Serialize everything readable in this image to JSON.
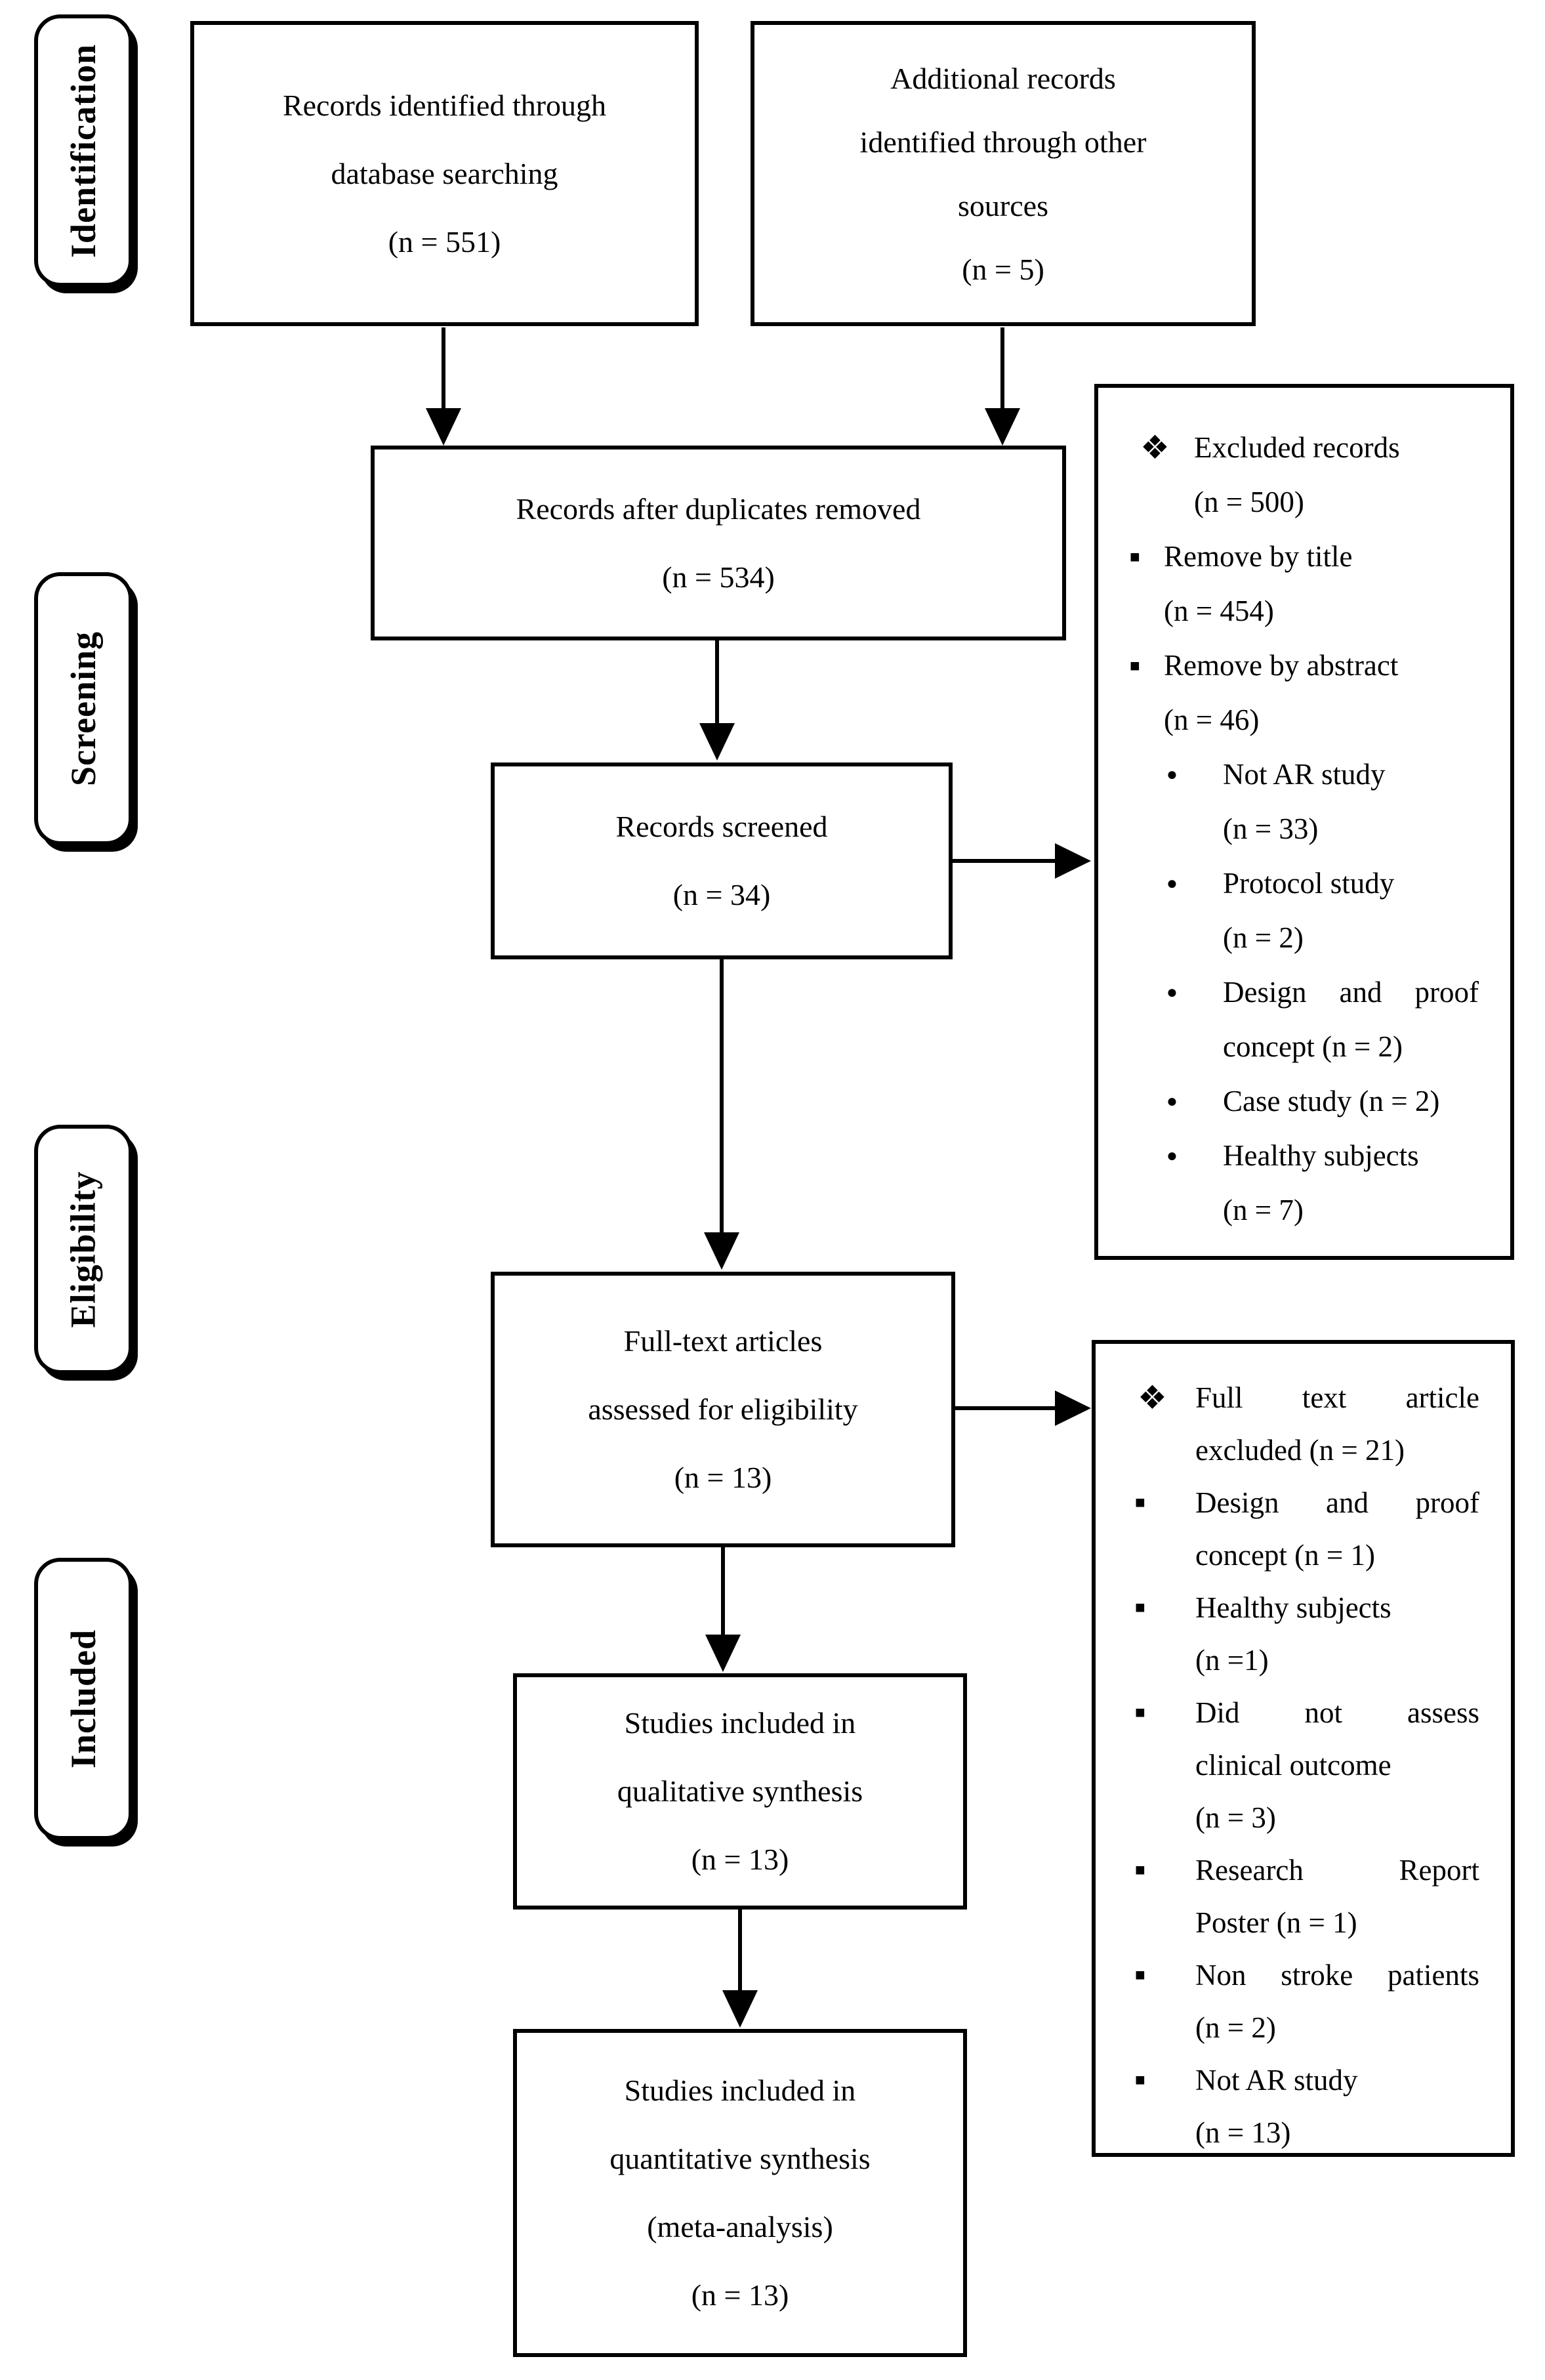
{
  "stage_labels": [
    {
      "label": "Identification"
    },
    {
      "label": "Screening"
    },
    {
      "label": "Eligibility"
    },
    {
      "label": "Included"
    }
  ],
  "flow": {
    "identified": {
      "l1": "Records identified through",
      "l2": "database searching",
      "l3": "(n = 551)"
    },
    "additional": {
      "l1": "Additional records",
      "l2": "identified through other",
      "l3": "sources",
      "l4": "(n = 5)"
    },
    "duplicates_removed": {
      "l1": "Records after duplicates removed",
      "l2": "(n = 534)"
    },
    "screened": {
      "l1": "Records screened",
      "l2": "(n = 34)"
    },
    "fulltext": {
      "l1": "Full-text articles",
      "l2": "assessed for eligibility",
      "l3": "(n = 13)"
    },
    "qualitative": {
      "l1": "Studies included in",
      "l2": "qualitative synthesis",
      "l3": "(n = 13)"
    },
    "quantitative": {
      "l1": "Studies included in",
      "l2": "quantitative synthesis",
      "l3": "(meta-analysis)",
      "l4": "(n = 13)"
    }
  },
  "exclusions": {
    "screening": {
      "items": [
        {
          "bullet": "diamond",
          "lines": [
            {
              "text": "Excluded records"
            },
            {
              "text": "(n = 500)"
            }
          ]
        },
        {
          "bullet": "square",
          "lines": [
            {
              "text": "Remove by title"
            },
            {
              "text": "(n = 454)"
            }
          ]
        },
        {
          "bullet": "square",
          "lines": [
            {
              "text": "Remove by abstract"
            },
            {
              "text": "(n = 46)"
            }
          ]
        },
        {
          "bullet": "circle",
          "lines": [
            {
              "text": "Not AR study"
            },
            {
              "text": "(n = 33)"
            }
          ]
        },
        {
          "bullet": "circle",
          "lines": [
            {
              "text": "Protocol study"
            },
            {
              "text": "(n = 2)"
            }
          ]
        },
        {
          "bullet": "circle",
          "lines": [
            {
              "text": "Design and proof",
              "just": true
            },
            {
              "text": "concept (n = 2)"
            }
          ]
        },
        {
          "bullet": "circle",
          "lines": [
            {
              "text": "Case study (n = 2)"
            }
          ]
        },
        {
          "bullet": "circle",
          "lines": [
            {
              "text": "Healthy subjects"
            },
            {
              "text": "(n = 7)"
            }
          ]
        }
      ]
    },
    "fulltext": {
      "items": [
        {
          "bullet": "diamond",
          "lines": [
            {
              "text": "Full text article",
              "just": true
            },
            {
              "text": "excluded (n = 21)"
            }
          ]
        },
        {
          "bullet": "square",
          "lines": [
            {
              "text": "Design and proof",
              "just": true
            },
            {
              "text": "concept (n = 1)"
            }
          ]
        },
        {
          "bullet": "square",
          "lines": [
            {
              "text": "Healthy subjects"
            },
            {
              "text": "(n =1)"
            }
          ]
        },
        {
          "bullet": "square",
          "lines": [
            {
              "text": "Did not assess",
              "just": true
            },
            {
              "text": "clinical outcome"
            },
            {
              "text": "(n = 3)"
            }
          ]
        },
        {
          "bullet": "square",
          "lines": [
            {
              "text": "Research Report",
              "just": true
            },
            {
              "text": "Poster (n = 1)"
            }
          ]
        },
        {
          "bullet": "square",
          "lines": [
            {
              "text": "Non stroke patients",
              "just": true
            },
            {
              "text": "(n = 2)"
            }
          ]
        },
        {
          "bullet": "square",
          "lines": [
            {
              "text": "Not AR study"
            },
            {
              "text": "(n = 13)"
            }
          ]
        }
      ]
    }
  },
  "icons": {
    "diamond_bullet": "❖",
    "square_bullet": "■",
    "circle_bullet": "●"
  },
  "colors": {
    "ink": "#000000",
    "background": "#ffffff"
  }
}
